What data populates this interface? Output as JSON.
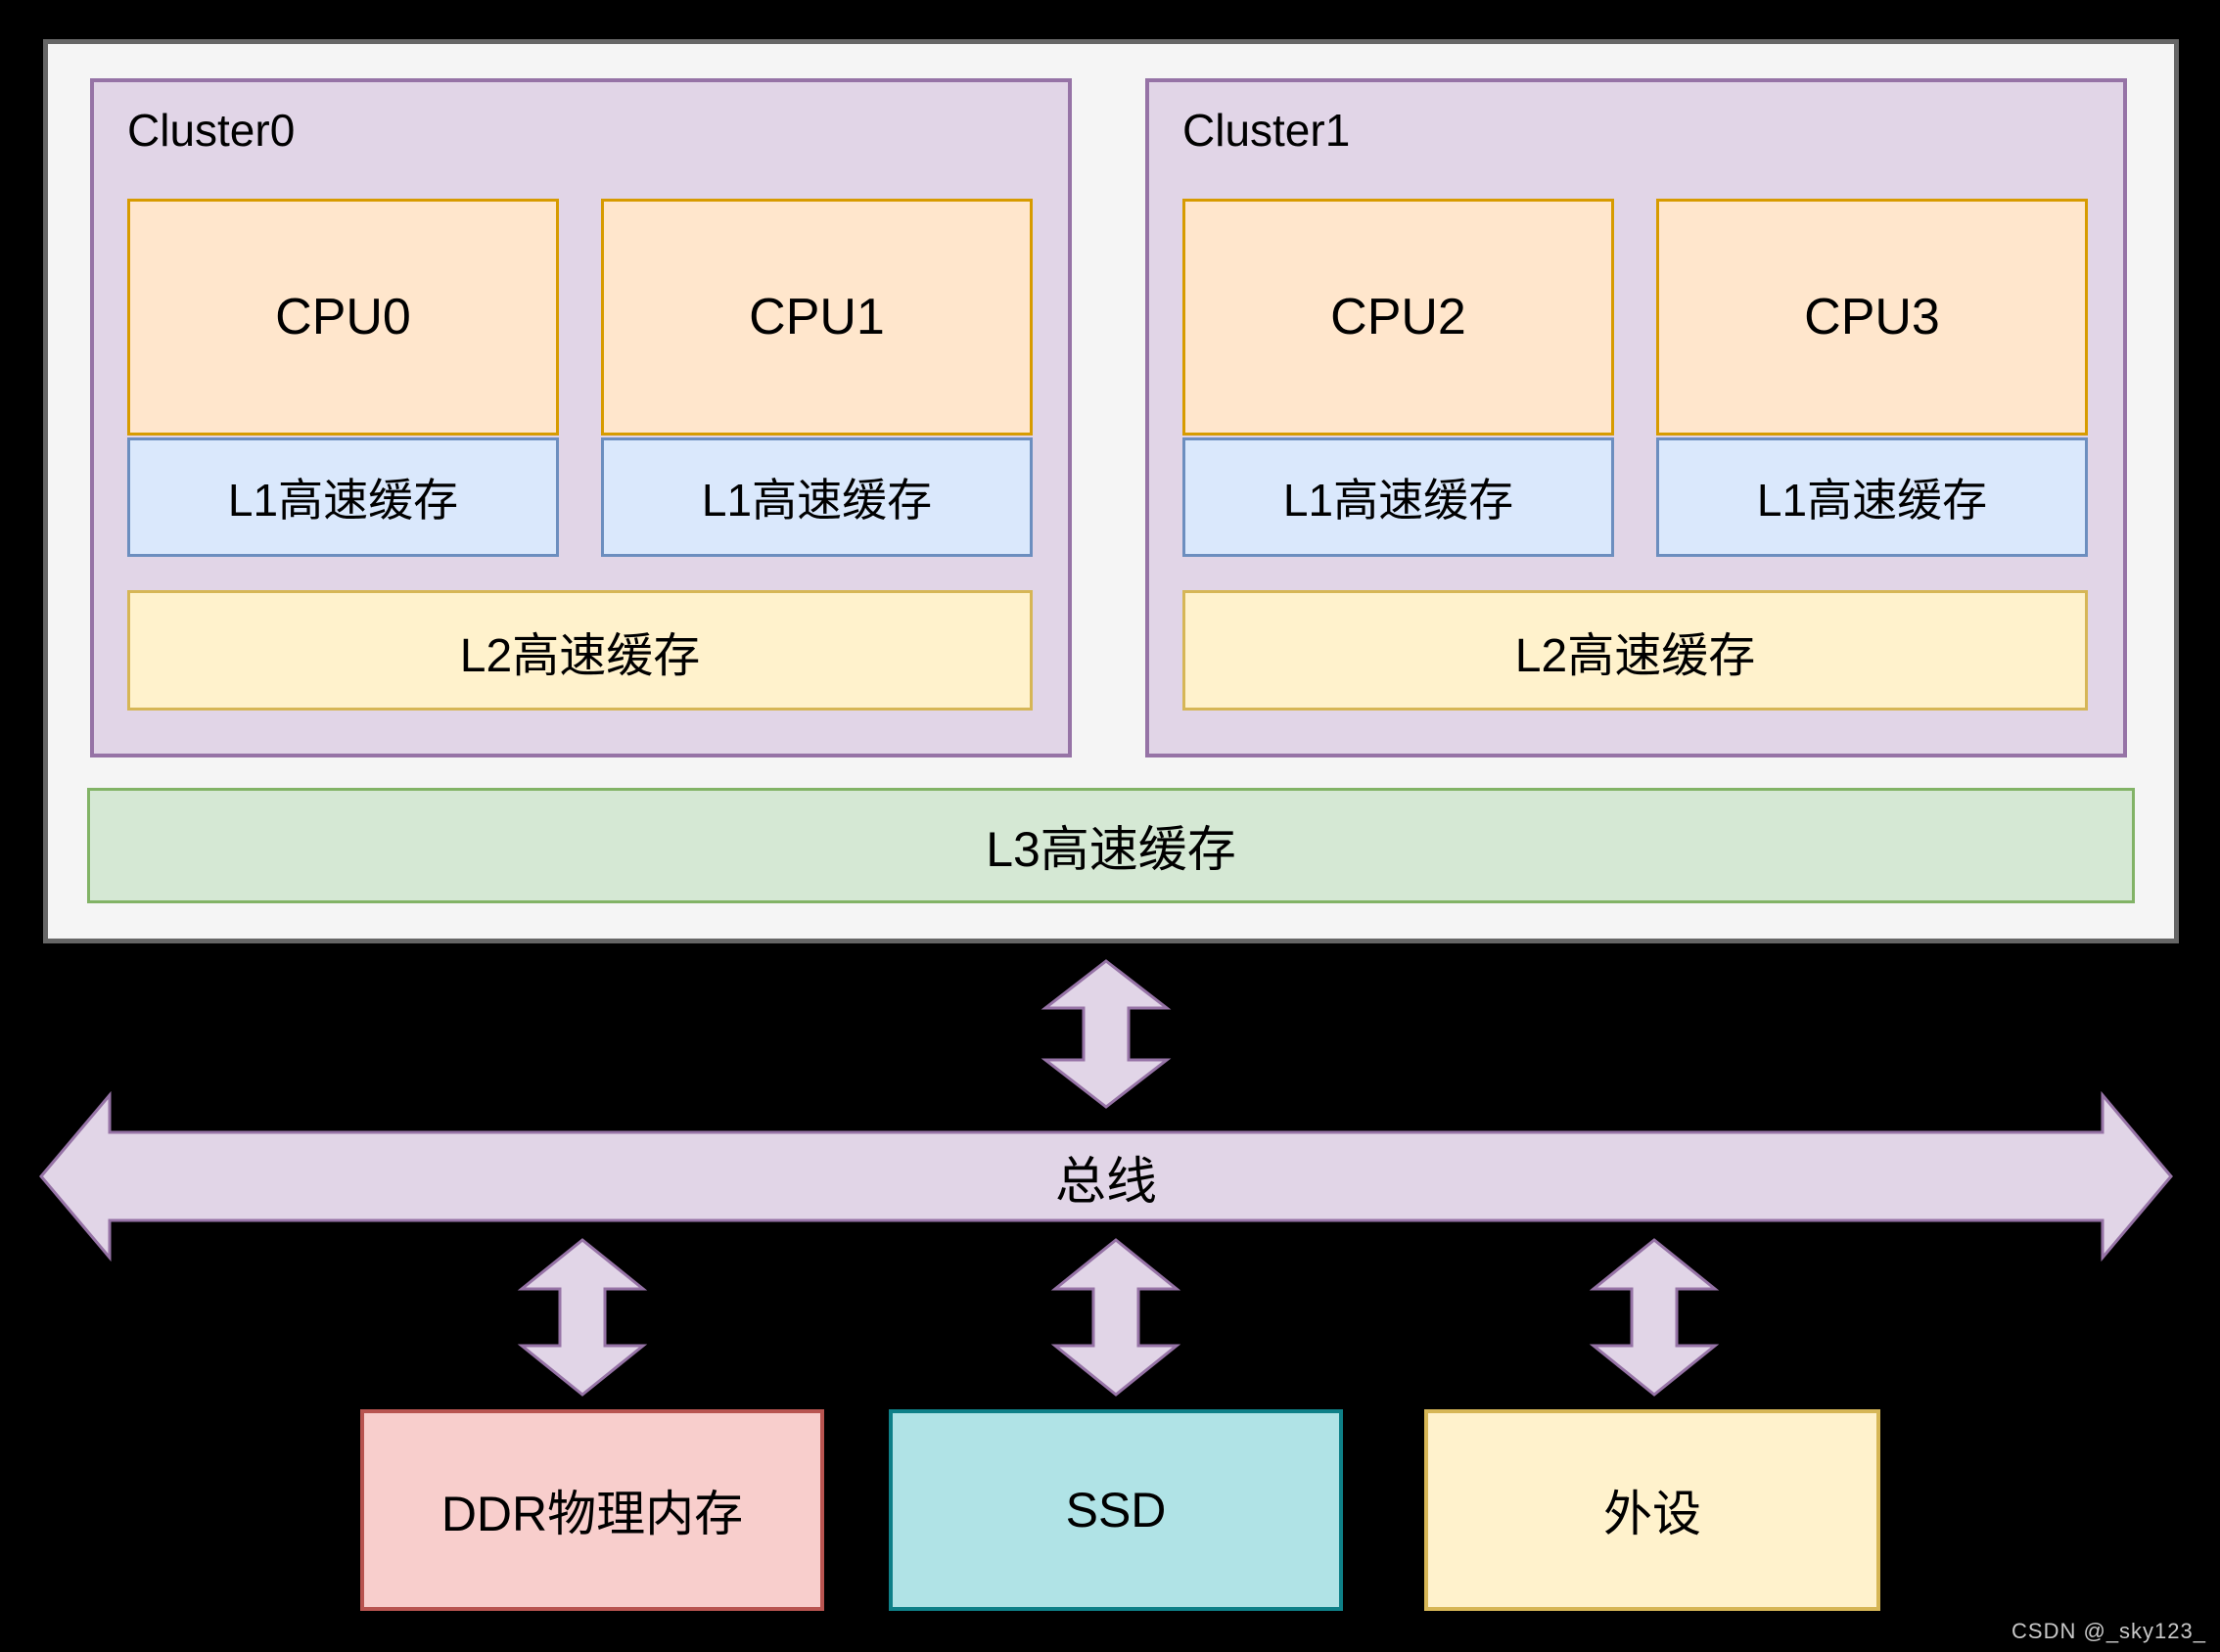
{
  "soc": {
    "clusters": [
      {
        "label": "Cluster0",
        "cpus": [
          {
            "label": "CPU0",
            "l1_label": "L1高速缓存"
          },
          {
            "label": "CPU1",
            "l1_label": "L1高速缓存"
          }
        ],
        "l2_label": "L2高速缓存"
      },
      {
        "label": "Cluster1",
        "cpus": [
          {
            "label": "CPU2",
            "l1_label": "L1高速缓存"
          },
          {
            "label": "CPU3",
            "l1_label": "L1高速缓存"
          }
        ],
        "l2_label": "L2高速缓存"
      }
    ],
    "l3_label": "L3高速缓存"
  },
  "bus": {
    "label": "总线"
  },
  "devices": [
    {
      "label": "DDR物理内存"
    },
    {
      "label": "SSD"
    },
    {
      "label": "外设"
    }
  ],
  "watermark": "CSDN @_sky123_",
  "colors": {
    "background": "#000000",
    "soc_fill": "#f5f5f5",
    "soc_border": "#666666",
    "cluster_fill": "#e1d5e7",
    "cluster_border": "#9673a6",
    "cpu_fill": "#ffe6cc",
    "cpu_border": "#d79b00",
    "l1_fill": "#dae8fc",
    "l1_border": "#6c8ebf",
    "l2_fill": "#fff2cc",
    "l2_border": "#d6b656",
    "l3_fill": "#d5e8d4",
    "l3_border": "#82b366",
    "arrow_fill": "#e1d5e7",
    "arrow_border": "#9673a6",
    "ddr_fill": "#f8cecc",
    "ddr_border": "#b85450",
    "ssd_fill": "#b0e3e6",
    "ssd_border": "#0e8088",
    "peripheral_fill": "#fff2cc",
    "peripheral_border": "#d6b656",
    "watermark_color": "#c9c9c9"
  }
}
